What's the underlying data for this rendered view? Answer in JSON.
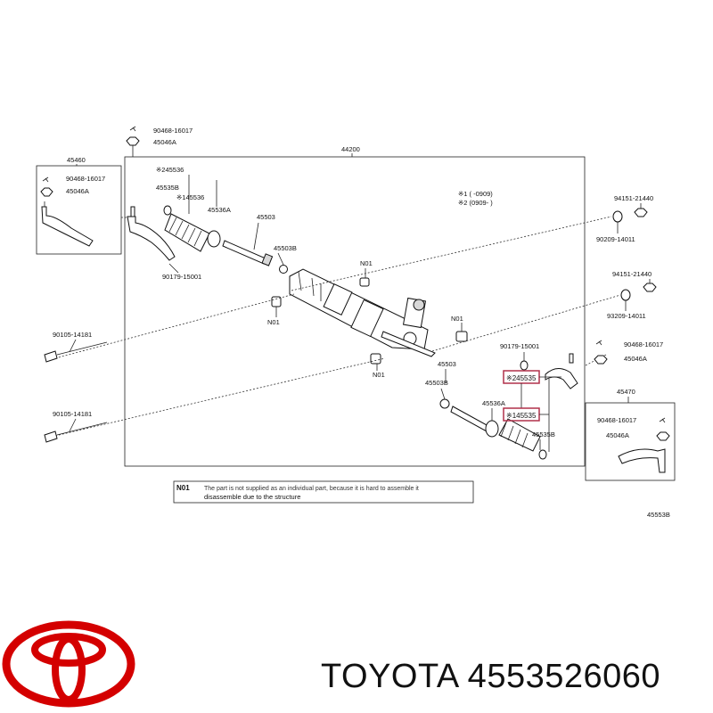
{
  "labels": {
    "top_bolt": "90468-16017",
    "top_nut": "45046A",
    "rack_assy": "44200",
    "left_end": "45460",
    "left_bolt": "90468-16017",
    "left_nut": "45046A",
    "boot_kit": "※245536",
    "bracket_a": "45535B",
    "boot_b": "※145536",
    "boot_clamp": "45536A",
    "tie_rod": "45503",
    "lock_nut": "45503B",
    "washer": "90179-15001",
    "n01_a": "N01",
    "n01_b": "N01",
    "n01_c": "N01",
    "n01_d": "N01",
    "legend1": "※1 (    -0909)",
    "legend2": "※2 (0909-    )",
    "r_bolt1": "94151-21440",
    "r_wash1": "90209-14011",
    "r_bolt2": "94151-21440",
    "r_wash2": "93209-14011",
    "long_bolt1": "90105-14181",
    "long_bolt2": "90105-14181",
    "r_washer": "90179-15001",
    "r_tierod": "45503",
    "r_locknut": "45503B",
    "r_boot_a": "45536A",
    "r_bracket": "45535B",
    "hl_top": "※245535",
    "hl_bottom": "※145535",
    "right_end": "45470",
    "right_bolt": "90468-16017",
    "right_nut": "45046A",
    "right_bolt_b": "90468-16017",
    "right_nut_b": "45046A",
    "note_code": "N01",
    "note_line1": "The part is not supplied as an individual part, because it is hard to assemble it",
    "note_line2": "disassemble due to the structure",
    "figure_id": "45553B"
  },
  "brand": "TOYOTA 4553526060",
  "colors": {
    "logo": "#d40000",
    "highlight": "#b0304a"
  }
}
